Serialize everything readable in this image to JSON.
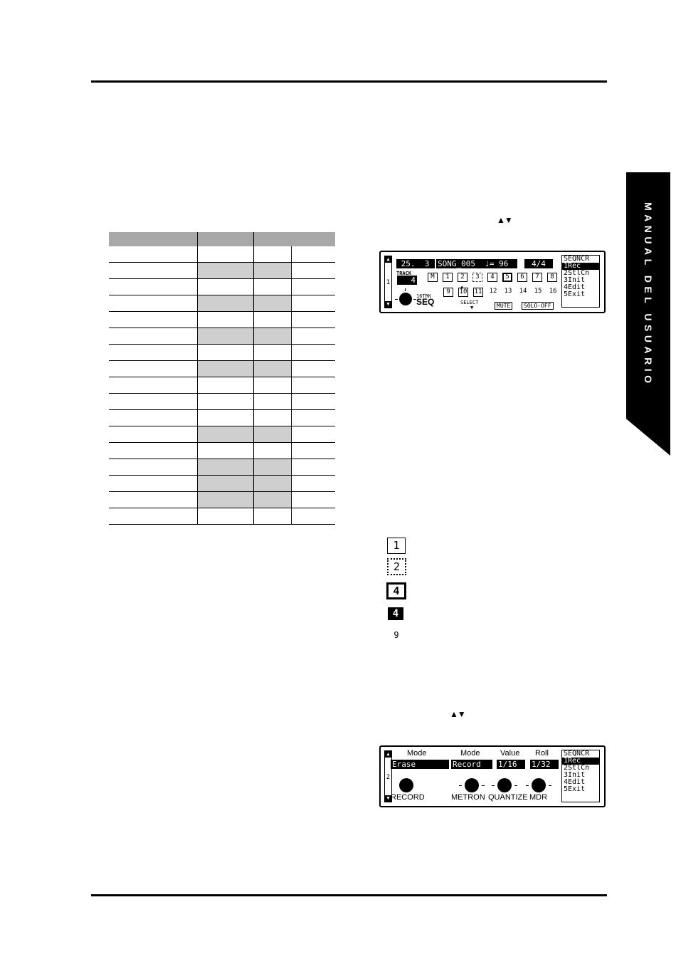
{
  "side_tab": {
    "text": "MANUAL DEL USUARIO"
  },
  "arrows": {
    "top": "▲▼",
    "bottom": "▲▼"
  },
  "table": {
    "rows": [
      [
        false,
        false
      ],
      [
        true,
        true
      ],
      [
        false,
        false
      ],
      [
        true,
        true
      ],
      [
        false,
        false
      ],
      [
        true,
        true
      ],
      [
        false,
        false
      ],
      [
        true,
        true
      ],
      [
        false,
        false
      ],
      [
        false,
        false
      ],
      [
        false,
        false
      ],
      [
        true,
        true
      ],
      [
        false,
        false
      ],
      [
        true,
        true
      ],
      [
        true,
        true
      ],
      [
        true,
        true
      ],
      [
        false,
        false
      ]
    ]
  },
  "lcd1": {
    "page": "1",
    "position": " 25.  3",
    "song": "SONG_005  ♩= 96",
    "timesig": "4/4",
    "track_label": "TRACK",
    "track_value": "4",
    "seq_small": "16TRK",
    "seq_big": "SEQ",
    "select": "SELECT",
    "mute": "MUTE",
    "solo": "SOLO-OFF",
    "row1": [
      "M",
      "1",
      "2",
      "3",
      "4",
      "5",
      "6",
      "7",
      "8"
    ],
    "row2": [
      "9",
      "10",
      "11",
      "12",
      "13",
      "14",
      "15",
      "16"
    ],
    "menu": {
      "title": "SEQNCR",
      "items": [
        "1Rec",
        "2StlCn",
        "3Init",
        "4Edit",
        "5Exit"
      ]
    }
  },
  "legend": {
    "items": [
      "1",
      "2",
      "4",
      "4",
      "9"
    ]
  },
  "lcd2": {
    "page": "2",
    "headers": [
      "Mode",
      "Mode",
      "Value",
      "Roll"
    ],
    "values": [
      "Erase",
      "Record",
      "1/16",
      "1/32"
    ],
    "knob_labels": [
      "RECORD",
      "METRON",
      "QUANTIZE",
      "MDR"
    ],
    "menu": {
      "title": "SEQNCR",
      "items": [
        "1Rec",
        "2StlCn",
        "3Init",
        "4Edit",
        "5Exit"
      ]
    }
  }
}
